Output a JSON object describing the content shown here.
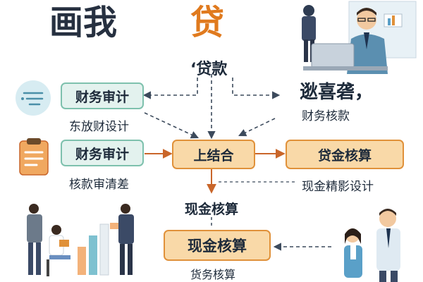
{
  "title": {
    "left": "画我",
    "right": "贷"
  },
  "top_label": "‘贷款",
  "right_top": {
    "garbled": "逖喜砻，",
    "caption": "财务核款"
  },
  "left_row1": {
    "box": "财务审计",
    "caption": "东放财设计"
  },
  "left_row2": {
    "box": "财务审计",
    "caption": "核款审清差"
  },
  "center_box": "上结合",
  "right_box": "贷金核算",
  "right_caption": "现金精影设计",
  "mid_label": "现金核算",
  "bottom_box": "现金核算",
  "bottom_caption": "货务核算",
  "colors": {
    "teal": "#7ec1ad",
    "orange": "#e0913a",
    "dark": "#263040",
    "arrow_dash": "#3c4a5c",
    "arrow_solid": "#c9662a"
  }
}
